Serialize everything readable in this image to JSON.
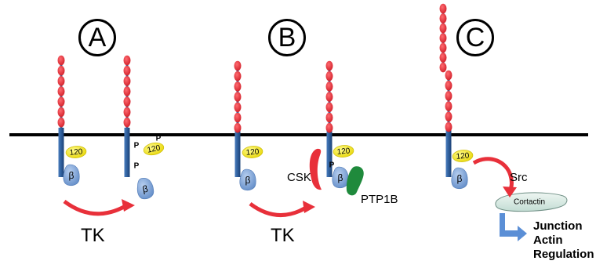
{
  "panels": [
    {
      "id": "A",
      "label": "A",
      "kinase": "TK"
    },
    {
      "id": "B",
      "label": "B",
      "kinase": "TK",
      "csk": "CSK",
      "ptp": "PTP1B"
    },
    {
      "id": "C",
      "label": "C",
      "src": "Src",
      "cortactin": "Cortactin",
      "outcome": [
        "Junction",
        "Actin",
        "Regulation"
      ]
    }
  ],
  "proteins": {
    "p120": "120",
    "beta": "β",
    "phospho": "P"
  },
  "colors": {
    "membrane": "#000000",
    "receptor_stalk": "#2f5f9c",
    "extracellular_domain": "#e8303a",
    "p120": "#f5e81c",
    "beta_catenin": "#7fa6d8",
    "arrow": "#e8303a",
    "csk": "#e8303a",
    "ptp1b": "#1f8a3c",
    "cortactin": "#d7e9e3",
    "outcome_arrow": "#5b8fd6"
  }
}
